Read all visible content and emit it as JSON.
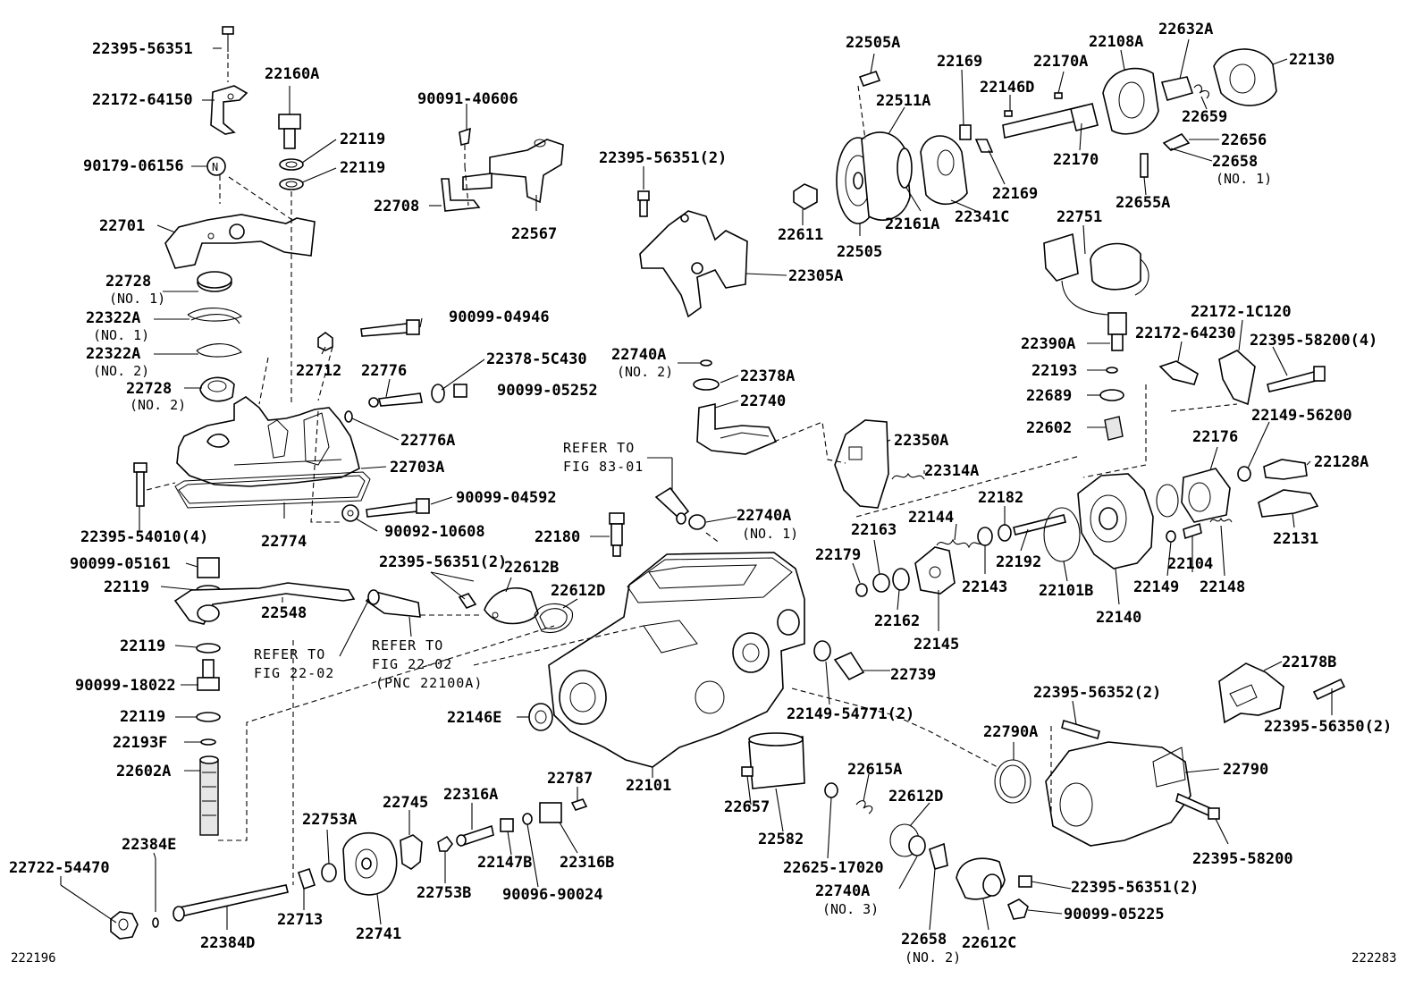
{
  "diagram": {
    "labels": {
      "p22395_56351_top": "22395-56351",
      "p22172_64150": "22172-64150",
      "p90179_06156": "90179-06156",
      "p22701": "22701",
      "p22728_1": "22728",
      "p22728_1_sub": "(NO. 1)",
      "p22322A_1": "22322A",
      "p22322A_1_sub": "(NO. 1)",
      "p22322A_2": "22322A",
      "p22322A_2_sub": "(NO. 2)",
      "p22728_2": "22728",
      "p22728_2_sub": "(NO. 2)",
      "p22160A": "22160A",
      "p22119_a": "22119",
      "p22119_b": "22119",
      "p90091_40606": "90091-40606",
      "p22708": "22708",
      "p22567": "22567",
      "p90099_04946": "90099-04946",
      "p22712": "22712",
      "p22776": "22776",
      "p22378_5C430": "22378-5C430",
      "p90099_05252": "90099-05252",
      "p22776A": "22776A",
      "p22703A": "22703A",
      "p90099_04592": "90099-04592",
      "p22395_54010": "22395-54010(4)",
      "p22774": "22774",
      "p90092_10608": "90092-10608",
      "p90099_05161": "90099-05161",
      "p22119_c": "22119",
      "p22548": "22548",
      "p22119_d": "22119",
      "p90099_18022": "90099-18022",
      "p22119_e": "22119",
      "p22193F": "22193F",
      "p22602A": "22602A",
      "p22384E": "22384E",
      "p22722_54470": "22722-54470",
      "p22384D": "22384D",
      "p22713": "22713",
      "p22753A": "22753A",
      "p22741": "22741",
      "p22745": "22745",
      "p22753B": "22753B",
      "p22316A": "22316A",
      "p22147B": "22147B",
      "p90096_90024": "90096-90024",
      "p22787": "22787",
      "p22316B": "22316B",
      "p22146E": "22146E",
      "p22101": "22101",
      "p22657": "22657",
      "p22582": "22582",
      "p22625_17020": "22625-17020",
      "p22615A": "22615A",
      "p22612D_b": "22612D",
      "p22740A_3": "22740A",
      "p22740A_3_sub": "(NO. 3)",
      "p22658_2": "22658",
      "p22658_2_sub": "(NO. 2)",
      "p22612C": "22612C",
      "p22395_56351_b": "22395-56351(2)",
      "p90099_05225": "90099-05225",
      "p22395_56351_c": "22395-56351(2)",
      "p22612B": "22612B",
      "p22612D_a": "22612D",
      "p22180": "22180",
      "p22740A_1": "22740A",
      "p22740A_1_sub": "(NO. 1)",
      "p22740": "22740",
      "p22378A": "22378A",
      "p22740A_2": "22740A",
      "p22740A_2_sub": "(NO. 2)",
      "p22395_56351_d": "22395-56351(2)",
      "p22305A": "22305A",
      "p22611": "22611",
      "p22505A": "22505A",
      "p22511A": "22511A",
      "p22505": "22505",
      "p22169_a": "22169",
      "p22161A": "22161A",
      "p22341C": "22341C",
      "p22169_b": "22169",
      "p22170A": "22170A",
      "p22146D": "22146D",
      "p22170": "22170",
      "p22108A": "22108A",
      "p22632A": "22632A",
      "p22130": "22130",
      "p22659": "22659",
      "p22656": "22656",
      "p22658_1": "22658",
      "p22658_1_sub": "(NO. 1)",
      "p22655A": "22655A",
      "p22751": "22751",
      "p22390A": "22390A",
      "p22193": "22193",
      "p22689": "22689",
      "p22602": "22602",
      "p22172_1C120": "22172-1C120",
      "p22172_64230": "22172-64230",
      "p22395_58200_4": "22395-58200(4)",
      "p22149_56200": "22149-56200",
      "p22176": "22176",
      "p22128A": "22128A",
      "p22131": "22131",
      "p22350A": "22350A",
      "p22314A": "22314A",
      "p22182": "22182",
      "p22144": "22144",
      "p22163": "22163",
      "p22179": "22179",
      "p22162": "22162",
      "p22145": "22145",
      "p22143": "22143",
      "p22192": "22192",
      "p22101B": "22101B",
      "p22140": "22140",
      "p22149": "22149",
      "p22104": "22104",
      "p22148": "22148",
      "p22739": "22739",
      "p22149_54771": "22149-54771(2)",
      "p22790A": "22790A",
      "p22395_56352": "22395-56352(2)",
      "p22178B": "22178B",
      "p22395_56350": "22395-56350(2)",
      "p22790": "22790",
      "p22395_58200": "22395-58200"
    },
    "refs": {
      "r1_l1": "REFER TO",
      "r1_l2": "FIG 83-01",
      "r2_l1": "REFER TO",
      "r2_l2": "FIG 22-02",
      "r3_l1": "REFER TO",
      "r3_l2": "FIG 22-02",
      "r3_l3": "(PNC 22100A)"
    },
    "figure_numbers": {
      "left": "222196",
      "right": "222283"
    }
  }
}
